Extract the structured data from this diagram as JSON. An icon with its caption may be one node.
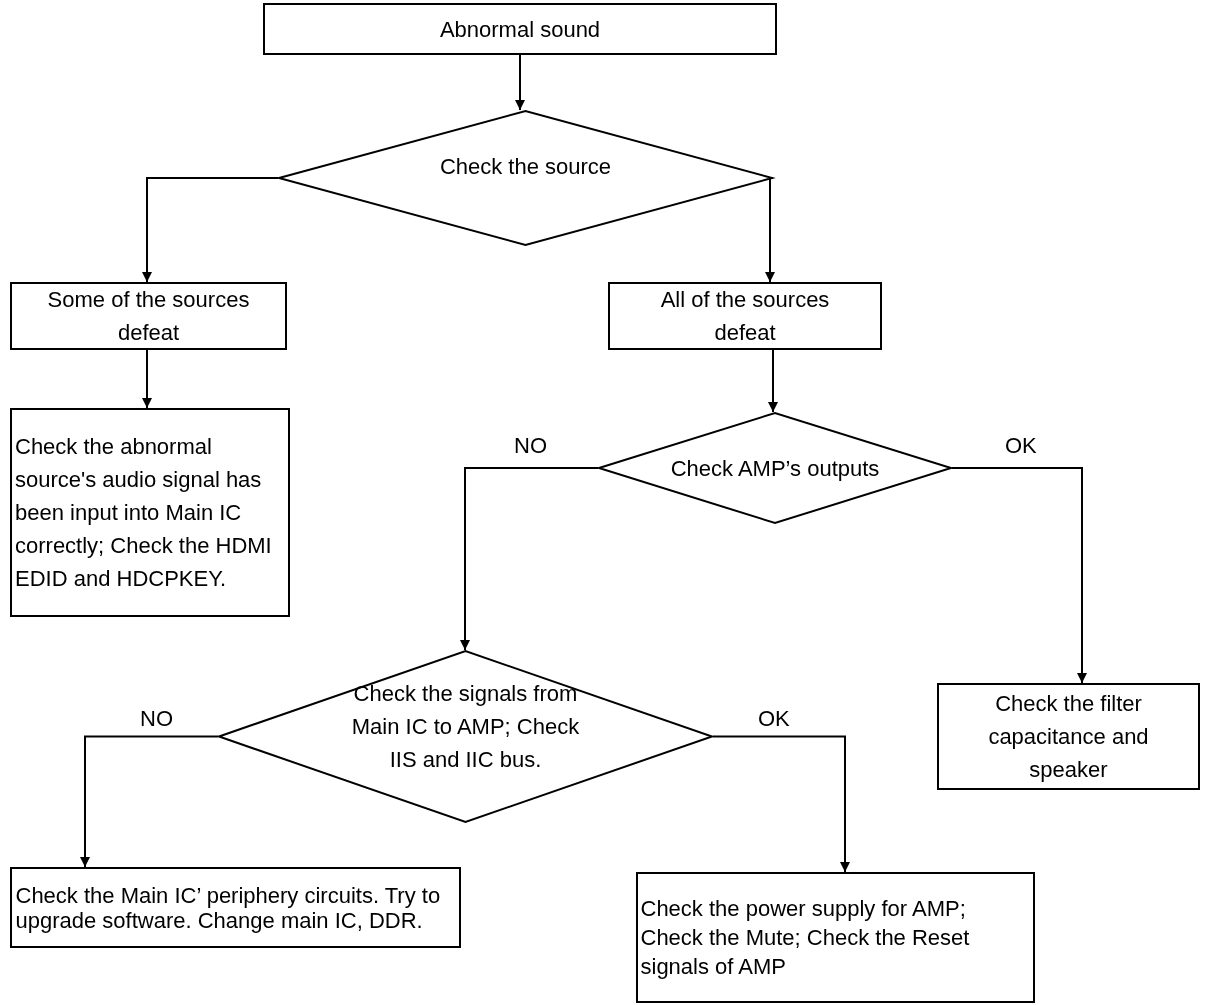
{
  "diagram": {
    "nodes": [
      {
        "text": [
          "Abnormal sound"
        ]
      },
      {
        "text": [
          "Check the source"
        ]
      },
      {
        "text": [
          "Some of the sources defeat"
        ]
      },
      {
        "text": [
          "All of the sources defeat"
        ]
      },
      {
        "text": [
          "Check the abnormal source's audio signal has been input into Main IC correctly; Check the HDMI EDID and HDCPKEY."
        ]
      },
      {
        "text": [
          "Check AMP’s outputs"
        ]
      },
      {
        "text": [
          "Check the filter capacitance and speaker"
        ]
      },
      {
        "text": [
          "Check the signals from Main IC to AMP; Check IIS and IIC bus."
        ]
      },
      {
        "text": [
          "Check the Main IC’ periphery circuits. Try to upgrade software. Change main IC, DDR."
        ]
      },
      {
        "text": [
          "Check the power supply for AMP; Check the Mute; Check the Reset signals of AMP"
        ]
      }
    ],
    "edges": [
      {
        "from": 0,
        "to": 1,
        "arrow": "to"
      },
      {
        "from": 1,
        "to": 2,
        "arrow": "to"
      },
      {
        "from": 1,
        "to": 3,
        "arrow": "to"
      },
      {
        "from": 2,
        "to": 4,
        "arrow": "to"
      },
      {
        "from": 3,
        "to": 5,
        "arrow": "to"
      },
      {
        "from": 5,
        "to": 7,
        "arrow": "to",
        "label": "NO"
      },
      {
        "from": 5,
        "to": 6,
        "arrow": "to",
        "label": "OK"
      },
      {
        "from": 7,
        "to": 8,
        "arrow": "to",
        "label": "NO"
      },
      {
        "from": 7,
        "to": 9,
        "arrow": "to",
        "label": "OK"
      }
    ]
  }
}
